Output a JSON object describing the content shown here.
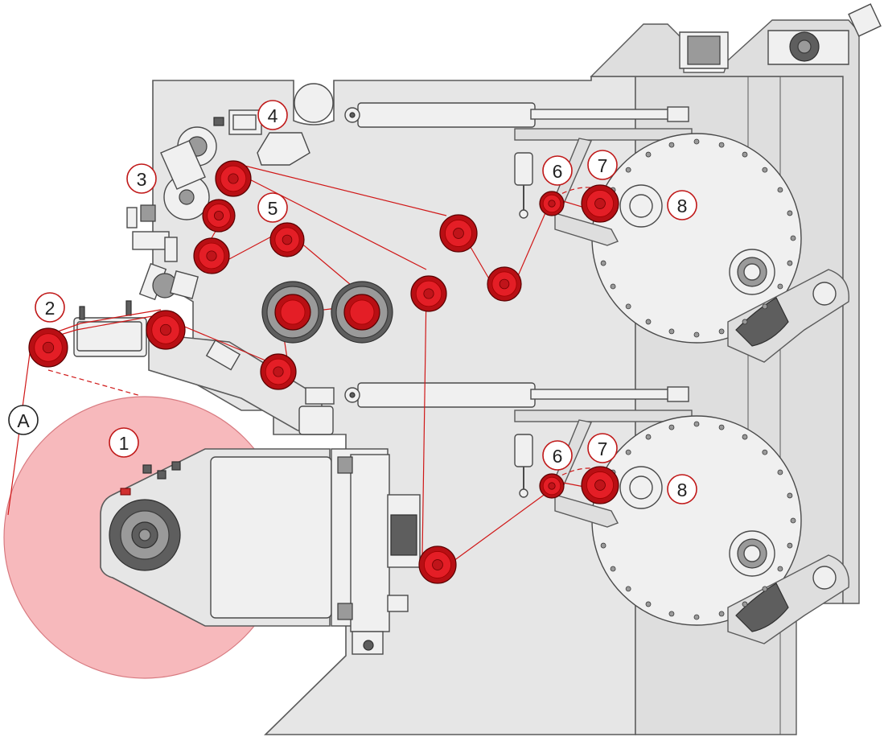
{
  "labels": {
    "one": "1",
    "two": "2",
    "three": "3",
    "four": "4",
    "five": "5",
    "six_top": "6",
    "seven_top": "7",
    "eight_top": "8",
    "six_bottom": "6",
    "seven_bottom": "7",
    "eight_bottom": "8",
    "a": "A"
  },
  "colors": {
    "web": "#d01818",
    "roller": "#e41e26",
    "unwind_roll": "#f7b9bc",
    "frame": "#e6e6e6",
    "outline": "#5a5a5a"
  }
}
